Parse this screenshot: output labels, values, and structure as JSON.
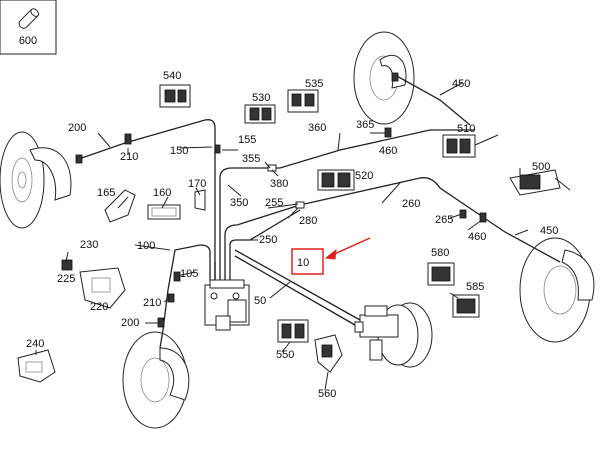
{
  "labels": {
    "p600": "600",
    "p540": "540",
    "p530": "530",
    "p535": "535",
    "p450a": "450",
    "p200a": "200",
    "p210a": "210",
    "p155": "155",
    "p150": "150",
    "p360": "360",
    "p365": "365",
    "p460a": "460",
    "p510": "510",
    "p355": "355",
    "p380": "380",
    "p520": "520",
    "p500": "500",
    "p165": "165",
    "p160": "160",
    "p170": "170",
    "p350": "350",
    "p255": "255",
    "p280": "280",
    "p260": "260",
    "p265": "265",
    "p460b": "460",
    "p450b": "450",
    "p230": "230",
    "p225": "225",
    "p220": "220",
    "p100": "100",
    "p105": "105",
    "p250": "250",
    "p10": "10",
    "p580": "580",
    "p585": "585",
    "p210b": "210",
    "p50": "50",
    "p200b": "200",
    "p550": "550",
    "p560": "560",
    "p240": "240"
  },
  "colors": {
    "highlight": "#e0201b",
    "line": "#222222"
  }
}
